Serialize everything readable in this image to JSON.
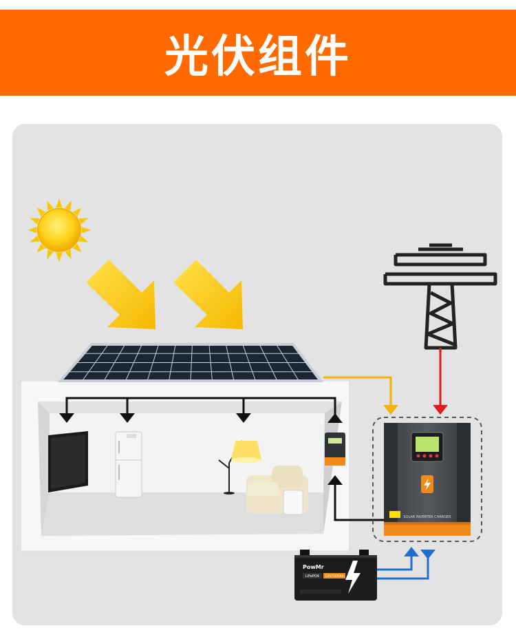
{
  "header": {
    "title": "光伏组件"
  },
  "colors": {
    "banner": "#ff6a00",
    "sun": "#f6c800",
    "pv_line": "#f4b400",
    "grid_line": "#e21c1c",
    "battery_line": "#1f6fd1",
    "load_line": "#111111"
  },
  "inverter": {
    "label": "SOLAR INVERTER CHARGER"
  },
  "battery": {
    "brand": "PowMr",
    "chem": "LiFePO4",
    "spec": "12V/100Ah"
  }
}
